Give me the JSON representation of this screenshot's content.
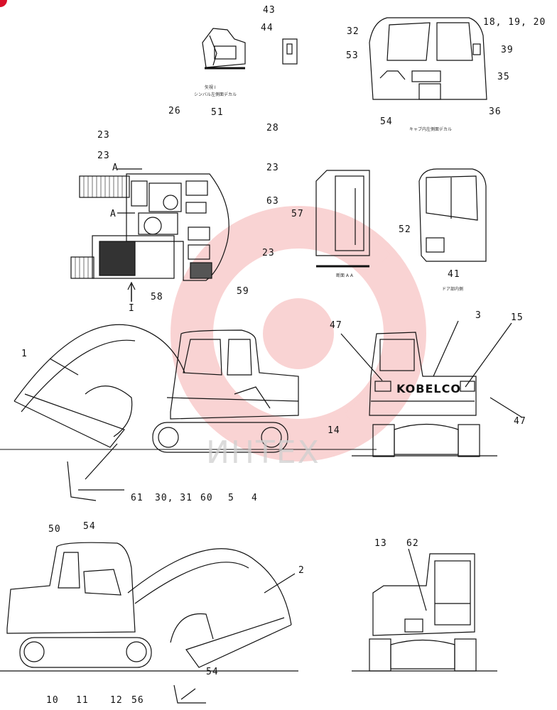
{
  "watermark": {
    "text": "ИНТЕХ",
    "color": "#e83a3a"
  },
  "brand_plate": "KOBELCO",
  "labels": {
    "l43": "43",
    "l44": "44",
    "l32": "32",
    "l53": "53",
    "l18": "18, 19, 20",
    "l39": "39",
    "l35": "35",
    "l54a": "54",
    "l36": "36",
    "l26": "26",
    "l51": "51",
    "l23a": "23",
    "l28": "28",
    "l23b": "23",
    "lA1": "A",
    "l23c": "23",
    "l63": "63",
    "lA2": "A",
    "l57": "57",
    "l52": "52",
    "l23d": "23",
    "l58": "58",
    "l59": "59",
    "l41": "41",
    "l1arrow": "I",
    "l47a": "47",
    "l3": "3",
    "l15": "15",
    "l1": "1",
    "l14": "14",
    "l47b": "47",
    "l61": "61",
    "l3031": "30, 31",
    "l60": "60",
    "l5": "5",
    "l4": "4",
    "l54b": "54",
    "l50": "50",
    "l2": "2",
    "l13": "13",
    "l62": "62",
    "l54c": "54",
    "l10": "10",
    "l11": "11",
    "l12": "12",
    "l56": "56"
  },
  "captions": {
    "c1": "矢視 I",
    "c2": "シンバル左側面デカル",
    "c3": "キャブ内左側面デカル",
    "c4": "断面 A A",
    "c5": "ドア部内側"
  },
  "icons": [
    "red-circle-badge-icon",
    "gear-watermark-icon"
  ]
}
